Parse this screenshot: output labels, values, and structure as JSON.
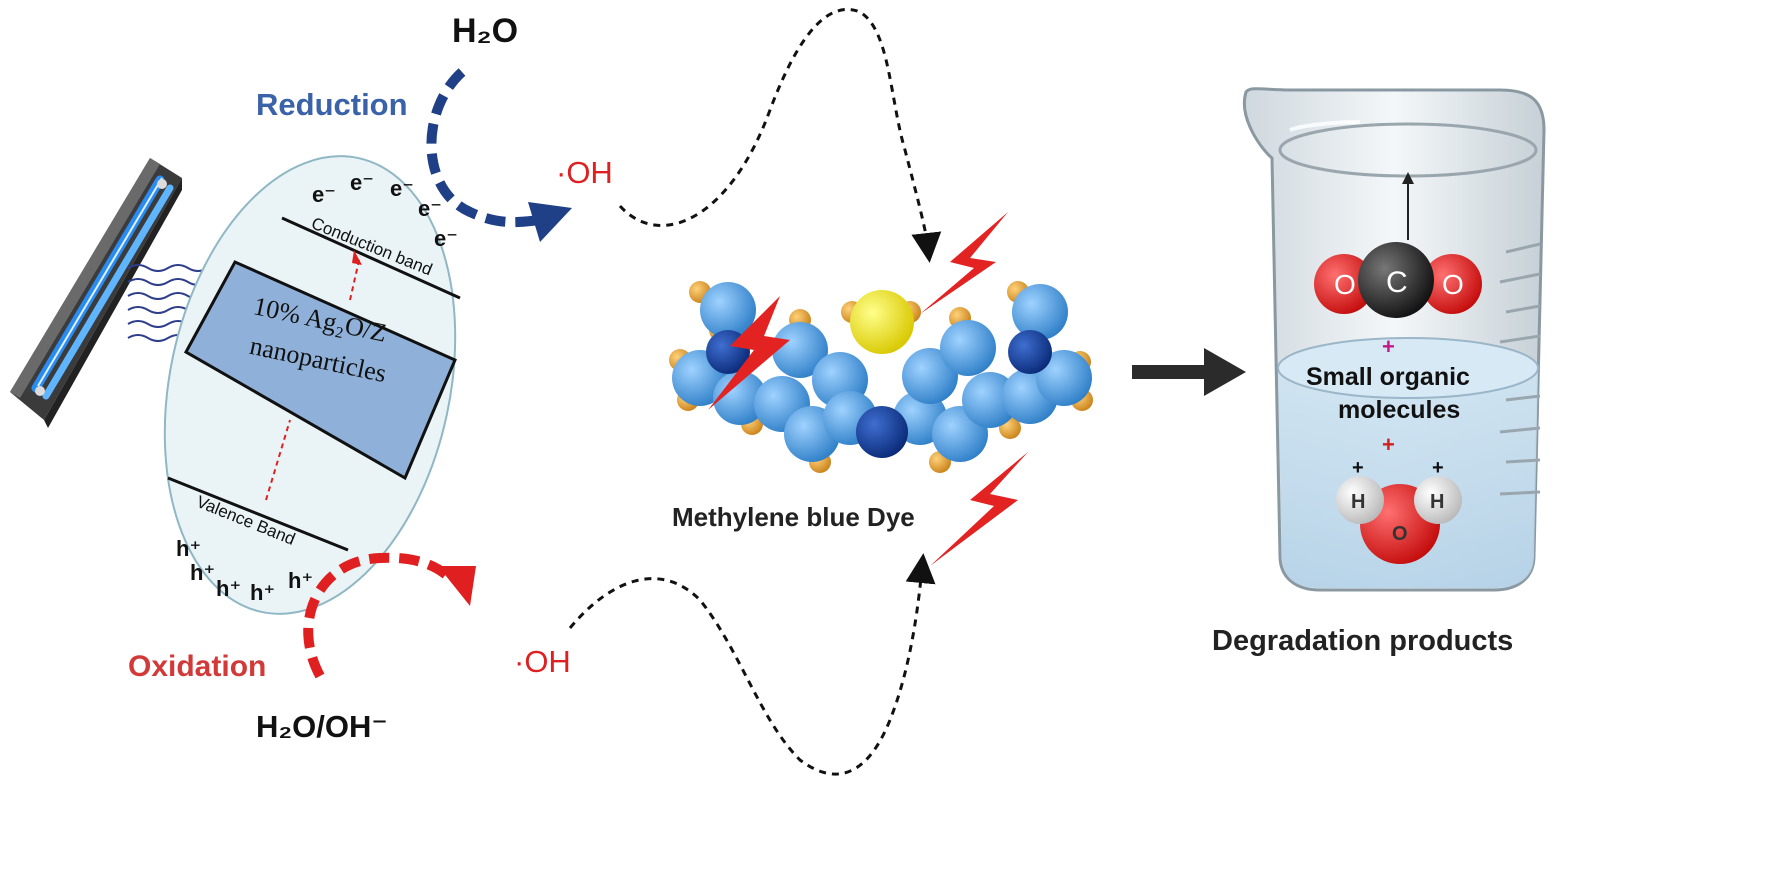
{
  "labels": {
    "h2o_top": "H₂O",
    "reduction": "Reduction",
    "oh_top": "·OH",
    "conduction_band": "Conduction band",
    "valence_band": "Valence Band",
    "nano_line1": "10% Ag₂O/Z",
    "nano_line2": "nanoparticles",
    "electron": "e⁻",
    "hole": "h⁺",
    "oxidation": "Oxidation",
    "oh_bottom": "·OH",
    "h2o_oh": "H₂O/OH⁻",
    "dye": "Methylene blue Dye",
    "small_line1": "Small organic",
    "small_line2": "molecules",
    "plus": "+",
    "degradation": "Degradation products",
    "atom_c": "C",
    "atom_o": "O",
    "atom_h": "H"
  },
  "colors": {
    "reduction": "#2f5aa0",
    "oxidation": "#d93030",
    "oh": "#e02020",
    "lightning": "#e32222",
    "nano_box": "#8fb0d8",
    "ellipse_fill": "#eaf4f7",
    "molecule_blue": "#4a98d8",
    "molecule_navy": "#0d3c96",
    "sulfur": "#f2e600",
    "hydrogen": "#e39a2a"
  }
}
